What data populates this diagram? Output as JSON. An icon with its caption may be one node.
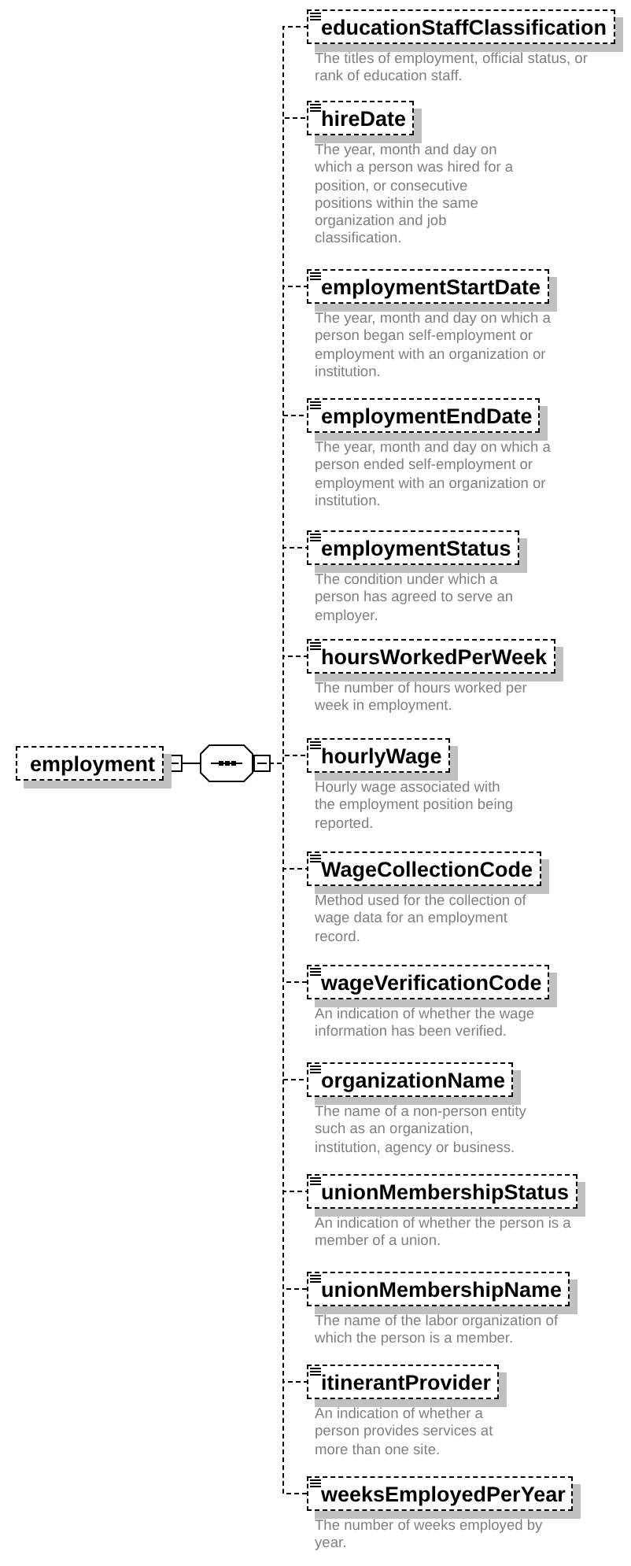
{
  "diagram": {
    "nodes": [
      {
        "text": [
          "employment"
        ]
      },
      {
        "text": [],
        "shape": "octagon"
      },
      {
        "text": [
          "educationStaffClassification"
        ],
        "beside": [
          "The titles of employment, official status, or rank of education staff."
        ]
      },
      {
        "text": [
          "hireDate"
        ],
        "beside": [
          "The year, month and day on which a person was hired for a position, or consecutive positions within the same organization and job classification."
        ]
      },
      {
        "text": [
          "employmentStartDate"
        ],
        "beside": [
          "The year, month and day on which a person began self-employment or employment with an organization or institution."
        ]
      },
      {
        "text": [
          "employmentEndDate"
        ],
        "beside": [
          "The year, month and day on which a person ended self-employment or employment with an organization or institution."
        ]
      },
      {
        "text": [
          "employmentStatus"
        ],
        "beside": [
          "The condition under which a person has agreed to serve an employer."
        ]
      },
      {
        "text": [
          "hoursWorkedPerWeek"
        ],
        "beside": [
          "The number of hours worked per week in employment."
        ]
      },
      {
        "text": [
          "hourlyWage"
        ],
        "beside": [
          "Hourly wage associated with the employment position being reported."
        ]
      },
      {
        "text": [
          "WageCollectionCode"
        ],
        "beside": [
          "Method used for the collection of wage data for an employment record."
        ]
      },
      {
        "text": [
          "wageVerificationCode"
        ],
        "beside": [
          "An indication of whether the wage information has been verified."
        ]
      },
      {
        "text": [
          "organizationName"
        ],
        "beside": [
          "The name of a non-person entity such as an organization, institution, agency or business."
        ]
      },
      {
        "text": [
          "unionMembershipStatus"
        ],
        "beside": [
          "An indication of whether the person is a member of a union."
        ]
      },
      {
        "text": [
          "unionMembershipName"
        ],
        "beside": [
          "The name of the labor organization of which the person is a member."
        ]
      },
      {
        "text": [
          "itinerantProvider"
        ],
        "beside": [
          "An indication of whether a person provides services at more than one site."
        ]
      },
      {
        "text": [
          "weeksEmployedPerYear"
        ],
        "beside": [
          "The number of weeks employed by year."
        ]
      }
    ],
    "edges": [
      {
        "from": 0,
        "to": 1,
        "arrow": "other"
      },
      {
        "from": 1,
        "to": 2,
        "arrow": "other",
        "style": "dashed"
      },
      {
        "from": 1,
        "to": 3,
        "arrow": "other",
        "style": "dashed"
      },
      {
        "from": 1,
        "to": 4,
        "arrow": "other",
        "style": "dashed"
      },
      {
        "from": 1,
        "to": 5,
        "arrow": "other",
        "style": "dashed"
      },
      {
        "from": 1,
        "to": 6,
        "arrow": "other",
        "style": "dashed"
      },
      {
        "from": 1,
        "to": 7,
        "arrow": "other",
        "style": "dashed"
      },
      {
        "from": 1,
        "to": 8,
        "arrow": "other",
        "style": "dashed"
      },
      {
        "from": 1,
        "to": 9,
        "arrow": "other",
        "style": "dashed"
      },
      {
        "from": 1,
        "to": 10,
        "arrow": "other",
        "style": "dashed"
      },
      {
        "from": 1,
        "to": 11,
        "arrow": "other",
        "style": "dashed"
      },
      {
        "from": 1,
        "to": 12,
        "arrow": "other",
        "style": "dashed"
      },
      {
        "from": 1,
        "to": 13,
        "arrow": "other",
        "style": "dashed"
      },
      {
        "from": 1,
        "to": 14,
        "arrow": "other",
        "style": "dashed"
      },
      {
        "from": 1,
        "to": 15,
        "arrow": "other",
        "style": "dashed"
      }
    ]
  }
}
